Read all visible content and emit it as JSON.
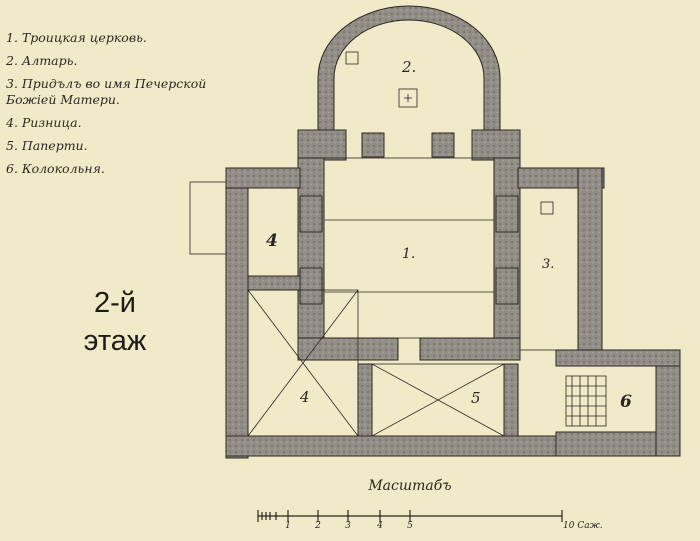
{
  "legend": {
    "items": [
      "1. Троицкая церковь.",
      "2. Алтарь.",
      "3. Придълъ во имя Печерской Божіей Матери.",
      "4. Ризница.",
      "5. Паперти.",
      "6. Колокольня."
    ]
  },
  "floor_label": "2-й этаж",
  "plan": {
    "room_labels": {
      "nave": "1.",
      "altar": "2.",
      "chapel": "3.",
      "sacristy": "4",
      "porch_left": "4",
      "porch_right": "5",
      "belfry": "6"
    }
  },
  "scale": {
    "title": "Масштабъ",
    "ticks": [
      "1",
      "2",
      "3",
      "4",
      "5"
    ],
    "unit": "10 Саж."
  },
  "colors": {
    "paper": "#f1eac9",
    "ink": "#2b2622",
    "wall_fill": "#8f8a84"
  }
}
